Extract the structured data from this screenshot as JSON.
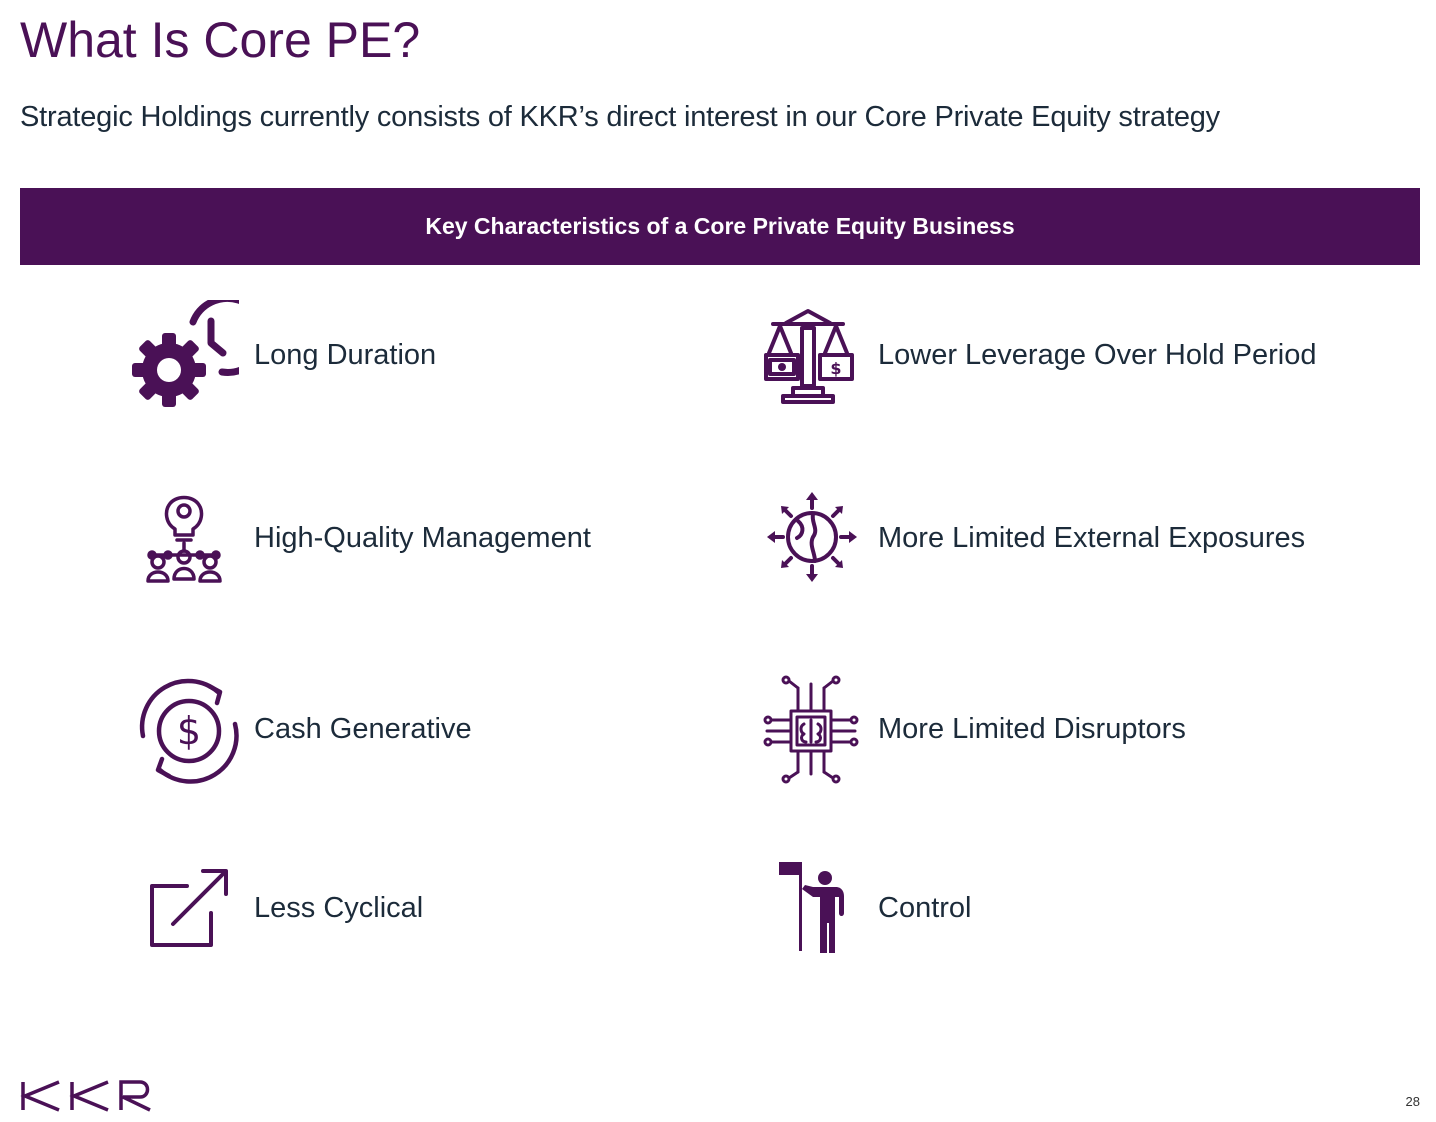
{
  "slide": {
    "title": "What Is Core PE?",
    "subtitle": "Strategic Holdings currently consists of KKR’s direct interest in our Core Private Equity strategy",
    "banner": "Key Characteristics of a Core Private Equity Business",
    "accent_color": "#4a1156",
    "text_color": "#1c2b3a",
    "characteristics": [
      {
        "label": "Long Duration",
        "icon": "gear-clock-icon"
      },
      {
        "label": "Lower Leverage Over Hold Period",
        "icon": "balance-scale-icon"
      },
      {
        "label": "High-Quality Management",
        "icon": "lightbulb-team-icon"
      },
      {
        "label": "More Limited External Exposures",
        "icon": "globe-arrows-icon"
      },
      {
        "label": "Cash Generative",
        "icon": "dollar-cycle-icon"
      },
      {
        "label": "More Limited Disruptors",
        "icon": "brain-chip-icon"
      },
      {
        "label": "Less Cyclical",
        "icon": "external-arrow-icon"
      },
      {
        "label": "Control",
        "icon": "person-flag-icon"
      }
    ]
  },
  "footer": {
    "logo": "KKR",
    "page_number": "28"
  }
}
